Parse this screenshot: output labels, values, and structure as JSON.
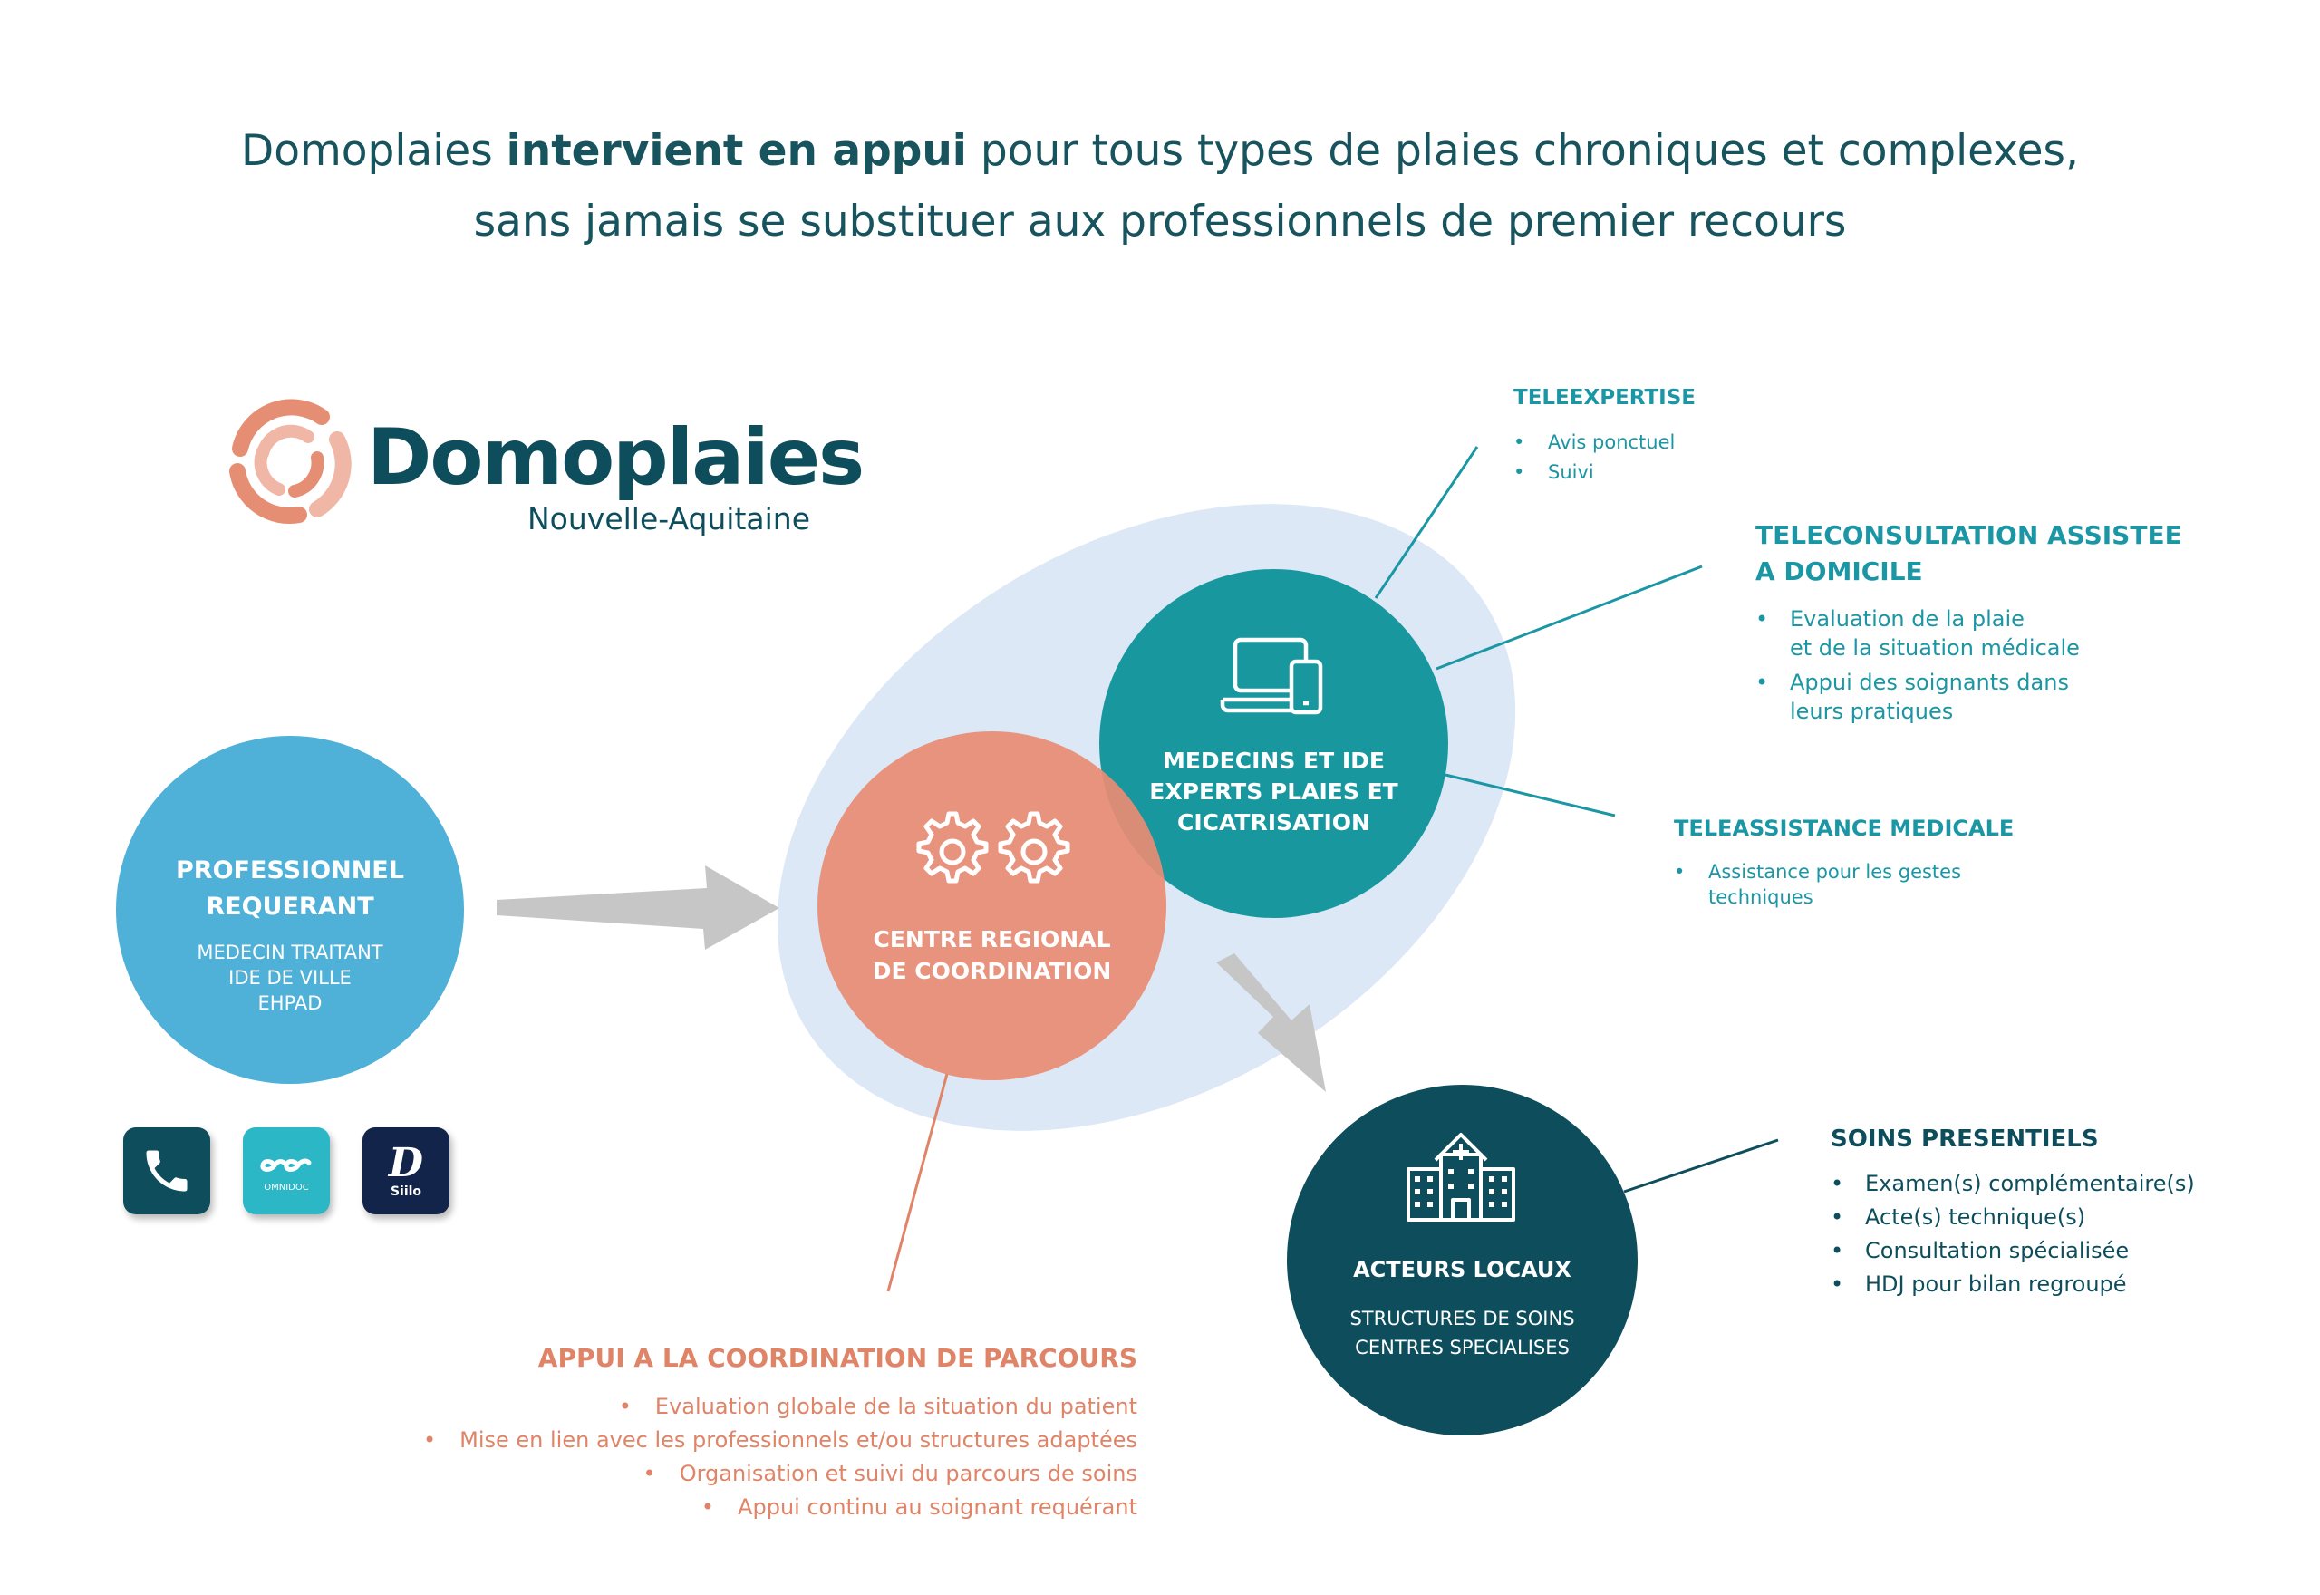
{
  "headline": {
    "line1_pre": "Domoplaies ",
    "line1_bold": "intervient en appui",
    "line1_post": " pour tous types de plaies chroniques et complexes,",
    "line2": "sans jamais se substituer aux professionnels de premier recours"
  },
  "logo": {
    "name": "Domoplaies",
    "region": "Nouvelle-Aquitaine"
  },
  "requerant": {
    "title_line1": "PROFESSIONNEL",
    "title_line2": "REQUERANT",
    "items": [
      "MEDECIN TRAITANT",
      "IDE DE VILLE",
      "EHPAD"
    ]
  },
  "apps": {
    "phone_icon": "phone-icon",
    "omnidoc_label": "OMNIDOC",
    "siilo_letter": "D",
    "siilo_label": "Siilo"
  },
  "centre": {
    "line1": "CENTRE REGIONAL",
    "line2": "DE COORDINATION"
  },
  "experts": {
    "line1": "MEDECINS ET IDE",
    "line2": "EXPERTS PLAIES ET",
    "line3": "CICATRISATION"
  },
  "locaux": {
    "title": "ACTEURS LOCAUX",
    "sub_line1": "STRUCTURES DE SOINS",
    "sub_line2": "CENTRES SPECIALISES"
  },
  "teleexpertise": {
    "title": "TELEEXPERTISE",
    "items": [
      "Avis ponctuel",
      "Suivi"
    ]
  },
  "teleconsultation": {
    "title_line1": "TELECONSULTATION ASSISTEE",
    "title_line2": "A DOMICILE",
    "items": [
      {
        "line1": "Evaluation de la plaie",
        "line2": "et de la situation médicale"
      },
      {
        "line1": "Appui des soignants dans",
        "line2": "leurs pratiques"
      }
    ]
  },
  "teleassistance": {
    "title": "TELEASSISTANCE MEDICALE",
    "item_line1": "Assistance pour les gestes",
    "item_line2": "techniques"
  },
  "soins": {
    "title": "SOINS PRESENTIELS",
    "items": [
      "Examen(s) complémentaire(s)",
      "Acte(s) technique(s)",
      "Consultation spécialisée",
      "HDJ pour bilan regroupé"
    ]
  },
  "coordination": {
    "title": "APPUI A LA COORDINATION DE PARCOURS",
    "items": [
      "Evaluation globale de la situation du patient",
      "Mise en lien avec les professionnels et/ou structures adaptées",
      "Organisation et suivi du parcours de soins",
      "Appui continu au soignant requérant"
    ]
  },
  "colors": {
    "teal_dark": "#0e4e5c",
    "teal": "#1b96a5",
    "blue": "#4fb0d8",
    "salmon": "#e8917a",
    "ellipse": "#dce8f6"
  }
}
